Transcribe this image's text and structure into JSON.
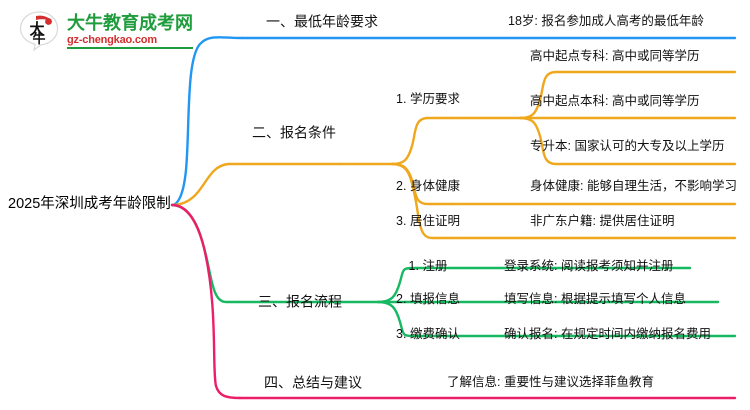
{
  "page": {
    "title": "2025年深圳成考年龄限制",
    "type": "mindmap"
  },
  "logo": {
    "mark_text": "大牛",
    "name_cn": "大牛教育成考网",
    "domain": "gz-chengkao.com",
    "green": "#1f9d3d",
    "red": "#d32f2f"
  },
  "colors": {
    "branch1": "#2196f3",
    "branch2": "#efa81e",
    "branch3": "#16b862",
    "branch4": "#ec1e69",
    "text": "#111111",
    "background": "#ffffff"
  },
  "root": {
    "label": "2025年深圳成考年龄限制"
  },
  "branches": [
    {
      "id": "branch-1",
      "label": "一、最低年龄要求",
      "color": "#2196f3",
      "children": [
        {
          "label": "18岁: 报名参加成人高考的最低年龄",
          "children": []
        }
      ]
    },
    {
      "id": "branch-2",
      "label": "二、报名条件",
      "color": "#efa81e",
      "children": [
        {
          "label": "1. 学历要求",
          "children": [
            {
              "label": "高中起点专科: 高中或同等学历"
            },
            {
              "label": "高中起点本科: 高中或同等学历"
            },
            {
              "label": "专升本: 国家认可的大专及以上学历"
            }
          ]
        },
        {
          "label": "2. 身体健康",
          "children": [
            {
              "label": "身体健康: 能够自理生活，不影响学习"
            }
          ]
        },
        {
          "label": "3. 居住证明",
          "children": [
            {
              "label": "非广东户籍: 提供居住证明"
            }
          ]
        }
      ]
    },
    {
      "id": "branch-3",
      "label": "三、报名流程",
      "color": "#16b862",
      "children": [
        {
          "label": "1. 注册",
          "children": [
            {
              "label": "登录系统: 阅读报考须知并注册"
            }
          ]
        },
        {
          "label": "2. 填报信息",
          "children": [
            {
              "label": "填写信息: 根据提示填写个人信息"
            }
          ]
        },
        {
          "label": "3. 缴费确认",
          "children": [
            {
              "label": "确认报名: 在规定时间内缴纳报名费用"
            }
          ]
        }
      ]
    },
    {
      "id": "branch-4",
      "label": "四、总结与建议",
      "color": "#ec1e69",
      "children": [
        {
          "label": "了解信息: 重要性与建议选择菲鱼教育",
          "children": []
        }
      ]
    }
  ]
}
